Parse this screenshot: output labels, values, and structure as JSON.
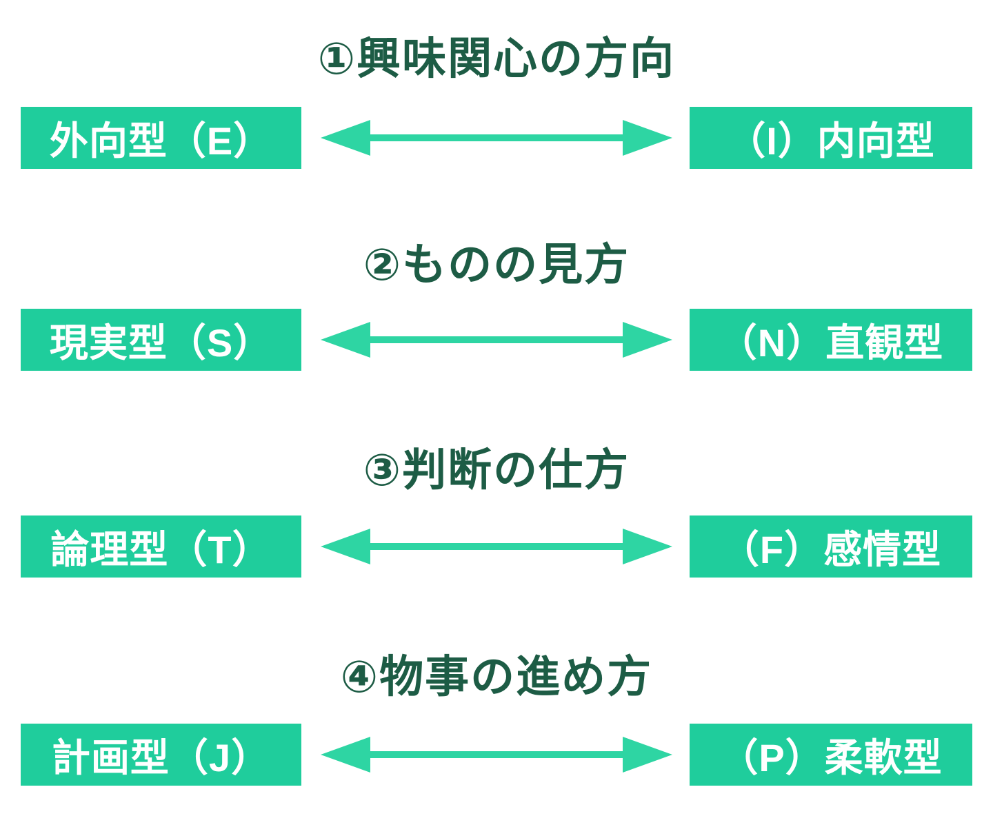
{
  "colors": {
    "box_green": "#1fcd9c",
    "arrow_green": "#2ed5a3",
    "title_green": "#1d5c45",
    "text_white": "#ffffff",
    "background": "#ffffff"
  },
  "sections": [
    {
      "title": "①興味関心の方向",
      "left": "外向型（E）",
      "right": "（I）内向型"
    },
    {
      "title": "②ものの見方",
      "left": "現実型（S）",
      "right": "（N）直観型"
    },
    {
      "title": "③判断の仕方",
      "left": "論理型（T）",
      "right": "（F）感情型"
    },
    {
      "title": "④物事の進め方",
      "left": "計画型（J）",
      "right": "（P）柔軟型"
    }
  ]
}
